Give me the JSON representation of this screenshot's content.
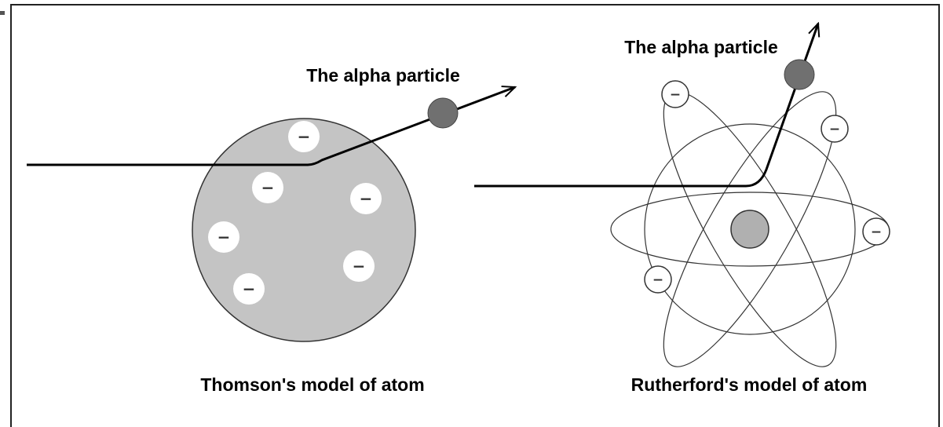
{
  "thomson": {
    "caption": "Thomson's model of atom",
    "particle_label": "The alpha particle",
    "electron_symbol": "−"
  },
  "rutherford": {
    "caption": "Rutherford's model of atom",
    "particle_label": "The alpha particle",
    "electron_symbol": "−"
  },
  "colors": {
    "frame": "#222222",
    "atom_fill": "#c4c4c4",
    "nucleus_fill": "#b0b0b0",
    "alpha_particle_fill": "#707070",
    "electron_fill": "#ffffff",
    "trajectory": "#000000"
  }
}
